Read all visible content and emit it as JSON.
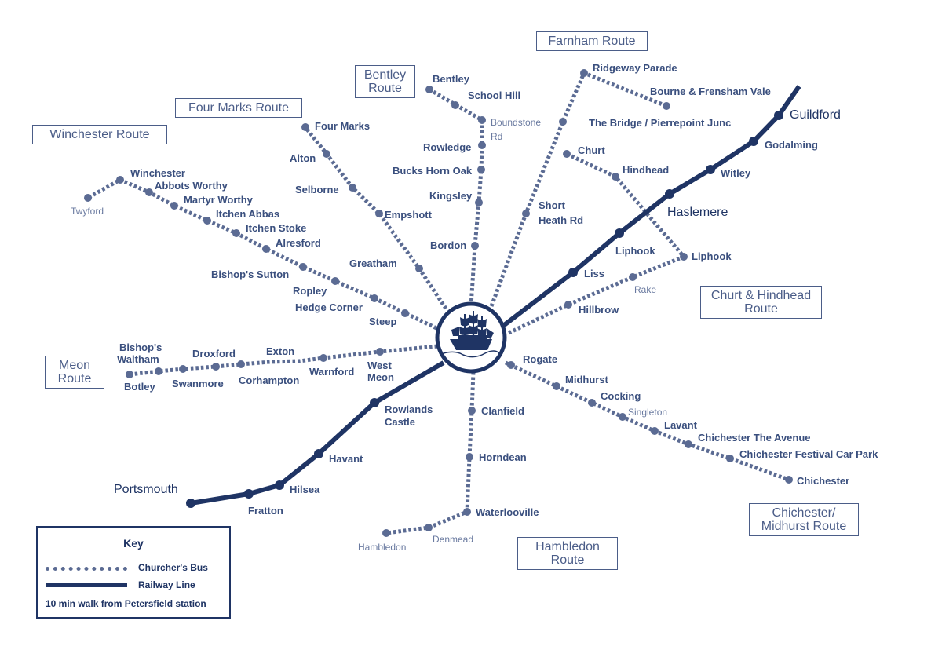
{
  "colors": {
    "rail": "#1f3464",
    "bus": "#5b6b93",
    "text": "#3a4f7e"
  },
  "hub": {
    "icon": "ship-icon"
  },
  "routes": {
    "farnham": "Farnham Route",
    "bentley": [
      "Bentley",
      "Route"
    ],
    "four_marks": "Four Marks Route",
    "winchester": "Winchester Route",
    "meon": [
      "Meon",
      "Route"
    ],
    "churt_hindhead": [
      "Churt & Hindhead",
      "Route"
    ],
    "chichester_midhurst": [
      "Chichester/",
      "Midhurst Route"
    ],
    "hambledon": [
      "Hambledon",
      "Route"
    ]
  },
  "stops": {
    "guildford": "Guildford",
    "godalming": "Godalming",
    "witley": "Witley",
    "haslemere": "Haslemere",
    "liphook_rail": "Liphook",
    "liss": "Liss",
    "portsmouth": "Portsmouth",
    "fratton": "Fratton",
    "hilsea": "Hilsea",
    "havant": "Havant",
    "rowlands_castle": [
      "Rowlands",
      "Castle"
    ],
    "ridgeway_parade": "Ridgeway Parade",
    "bourne_frensham": "Bourne & Frensham Vale",
    "bridge_pierrepoint": "The Bridge / Pierrepoint Junc",
    "short_heath": [
      "Short",
      "Heath Rd"
    ],
    "bentley": "Bentley",
    "school_hill": "School Hill",
    "boundstone": [
      "Boundstone",
      "Rd"
    ],
    "rowledge": "Rowledge",
    "bucks_horn_oak": "Bucks Horn Oak",
    "kingsley": "Kingsley",
    "bordon": "Bordon",
    "four_marks": "Four Marks",
    "alton": "Alton",
    "selborne": "Selborne",
    "empshott": "Empshott",
    "greatham": "Greatham",
    "twyford": "Twyford",
    "winchester": "Winchester",
    "abbots_worthy": "Abbots Worthy",
    "martyr_worthy": "Martyr Worthy",
    "itchen_abbas": "Itchen Abbas",
    "itchen_stoke": "Itchen Stoke",
    "alresford": "Alresford",
    "bishops_sutton": "Bishop's Sutton",
    "ropley": "Ropley",
    "hedge_corner": "Hedge Corner",
    "steep": "Steep",
    "bishops_waltham": [
      "Bishop's",
      "Waltham"
    ],
    "botley": "Botley",
    "swanmore": "Swanmore",
    "droxford": "Droxford",
    "corhampton": "Corhampton",
    "exton": "Exton",
    "warnford": "Warnford",
    "west_meon": [
      "West",
      "Meon"
    ],
    "churt": "Churt",
    "hindhead": "Hindhead",
    "liphook_bus": "Liphook",
    "rake": "Rake",
    "hillbrow": "Hillbrow",
    "rogate": "Rogate",
    "midhurst": "Midhurst",
    "cocking": "Cocking",
    "singleton": "Singleton",
    "lavant": "Lavant",
    "chichester_avenue": "Chichester The Avenue",
    "chichester_festival": "Chichester Festival Car Park",
    "chichester": "Chichester",
    "clanfield": "Clanfield",
    "horndean": "Horndean",
    "waterlooville": "Waterlooville",
    "denmead": "Denmead",
    "hambledon": "Hambledon"
  },
  "key": {
    "title": "Key",
    "bus": "Churcher's Bus",
    "rail": "Railway Line",
    "walk": "10 min walk from Petersfield station"
  }
}
